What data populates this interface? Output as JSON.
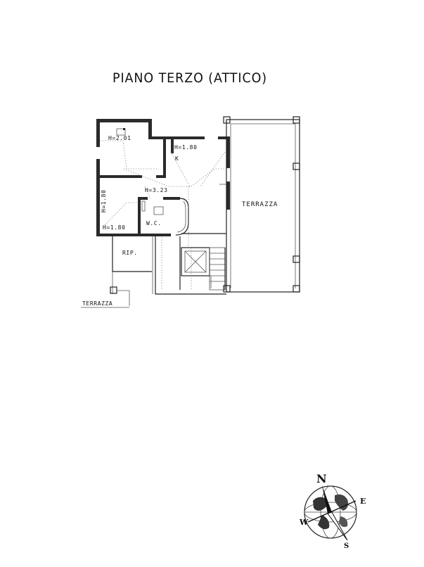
{
  "title": "PIANO TERZO (ATTICO)",
  "labels": {
    "h_201": "H=2.01",
    "h_180_k": "H=1.80",
    "k": "K",
    "h_323": "H=3.23",
    "h_180_vertical": "H=1.80",
    "h_180_bottom": "H=1.80",
    "wc": "W.C.",
    "rip": "RIP.",
    "terrazza_right": "TERRAZZA",
    "terrazza_left": "TERRAZZA"
  },
  "compass": {
    "north": "N",
    "south": "S",
    "east": "E",
    "west": "W"
  }
}
